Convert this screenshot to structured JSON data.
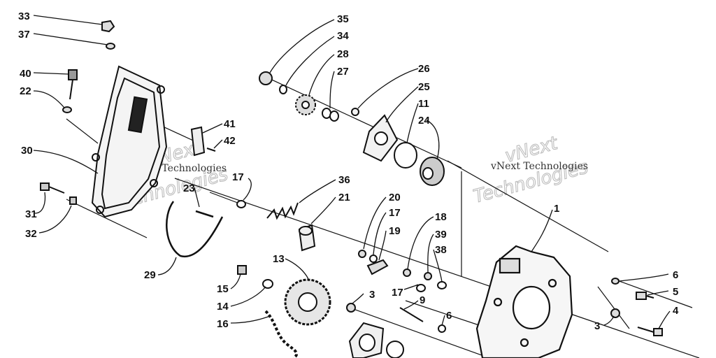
{
  "watermarks": {
    "left_small": "vNext Technologies",
    "left_big_1": "vNext",
    "left_big_2": "Technologies",
    "right_small": "vNext Technologies",
    "right_big_1": "vNext",
    "right_big_2": "Technologies"
  },
  "labels": [
    "33",
    "37",
    "40",
    "22",
    "30",
    "31",
    "32",
    "41",
    "42",
    "23",
    "17",
    "29",
    "35",
    "34",
    "28",
    "27",
    "26",
    "25",
    "11",
    "24",
    "36",
    "21",
    "20",
    "17",
    "19",
    "18",
    "39",
    "38",
    "13",
    "15",
    "14",
    "16",
    "3",
    "17",
    "9",
    "6",
    "1",
    "6",
    "5",
    "4",
    "3"
  ]
}
